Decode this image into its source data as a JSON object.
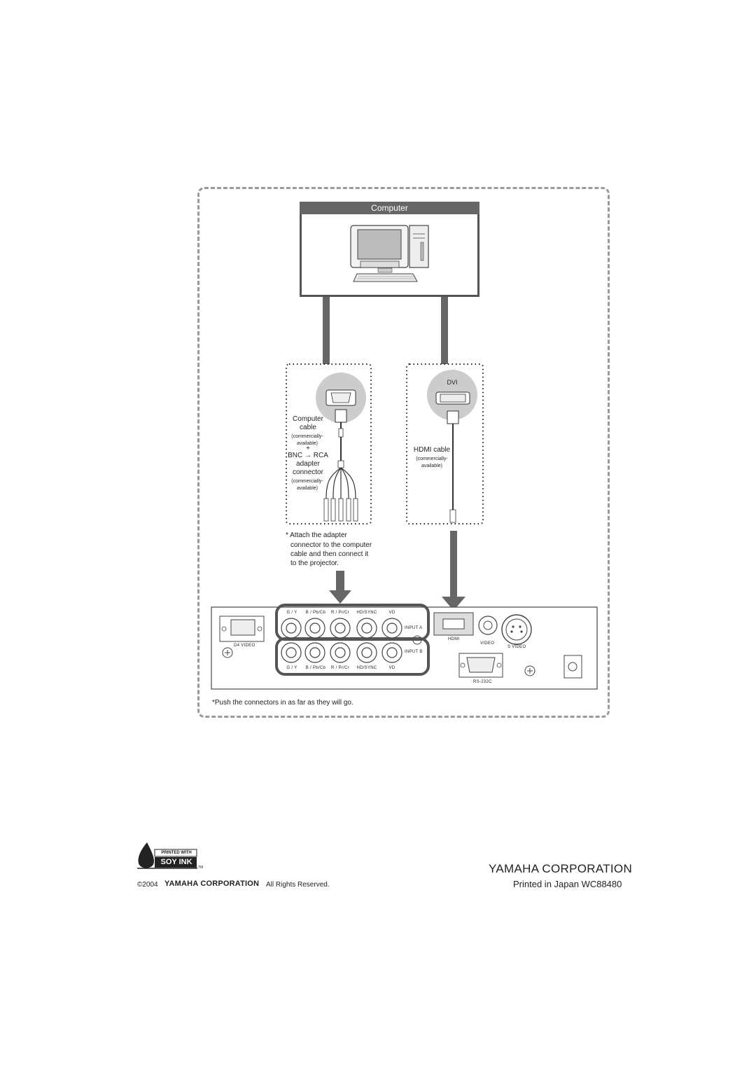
{
  "computer": {
    "title": "Computer"
  },
  "left_panel": {
    "cable_label_1": "Computer",
    "cable_label_2": "cable",
    "avail_1a": "(commercially-",
    "avail_1b": "available)",
    "plus": "+",
    "bnc": "BNC",
    "rca": "RCA",
    "adapter": "adapter",
    "connector": "connector",
    "avail_2a": "(commercially-",
    "avail_2b": "available)"
  },
  "right_panel": {
    "dvi": "DVI",
    "hdmi_cable": "HDMI cable",
    "avail_a": "(commercially-",
    "avail_b": "available)"
  },
  "note": {
    "line1": "* Attach the adapter",
    "line2": "connector to the computer",
    "line3": "cable and then connect it",
    "line4": "to the projector."
  },
  "panel": {
    "input_a_labels": [
      "G / Y",
      "B / Pb/Cb",
      "R / Pr/Cr",
      "HD/SYNC",
      "VD"
    ],
    "input_b_labels": [
      "G / Y",
      "B / Pb/Cb",
      "R / Pr/Cr",
      "HD/SYNC",
      "VD"
    ],
    "input_a": "INPUT A",
    "input_b": "INPUT B",
    "d4": "D4 VIDEO",
    "hdmi": "HDMI",
    "video": "VIDEO",
    "svideo": "S VIDEO",
    "rs232c": "RS-232C"
  },
  "push_note": "*Push the connectors in as far as  they will go.",
  "footer": {
    "soy_top": "PRINTED WITH",
    "soy_main": "SOY INK",
    "soy_tm": "TM",
    "copyright": "©2004",
    "corp_small": "YAMAHA CORPORATION",
    "rights": "All Rights Reserved.",
    "corp_big": "YAMAHA CORPORATION",
    "printed": "Printed in Japan WC88480"
  }
}
